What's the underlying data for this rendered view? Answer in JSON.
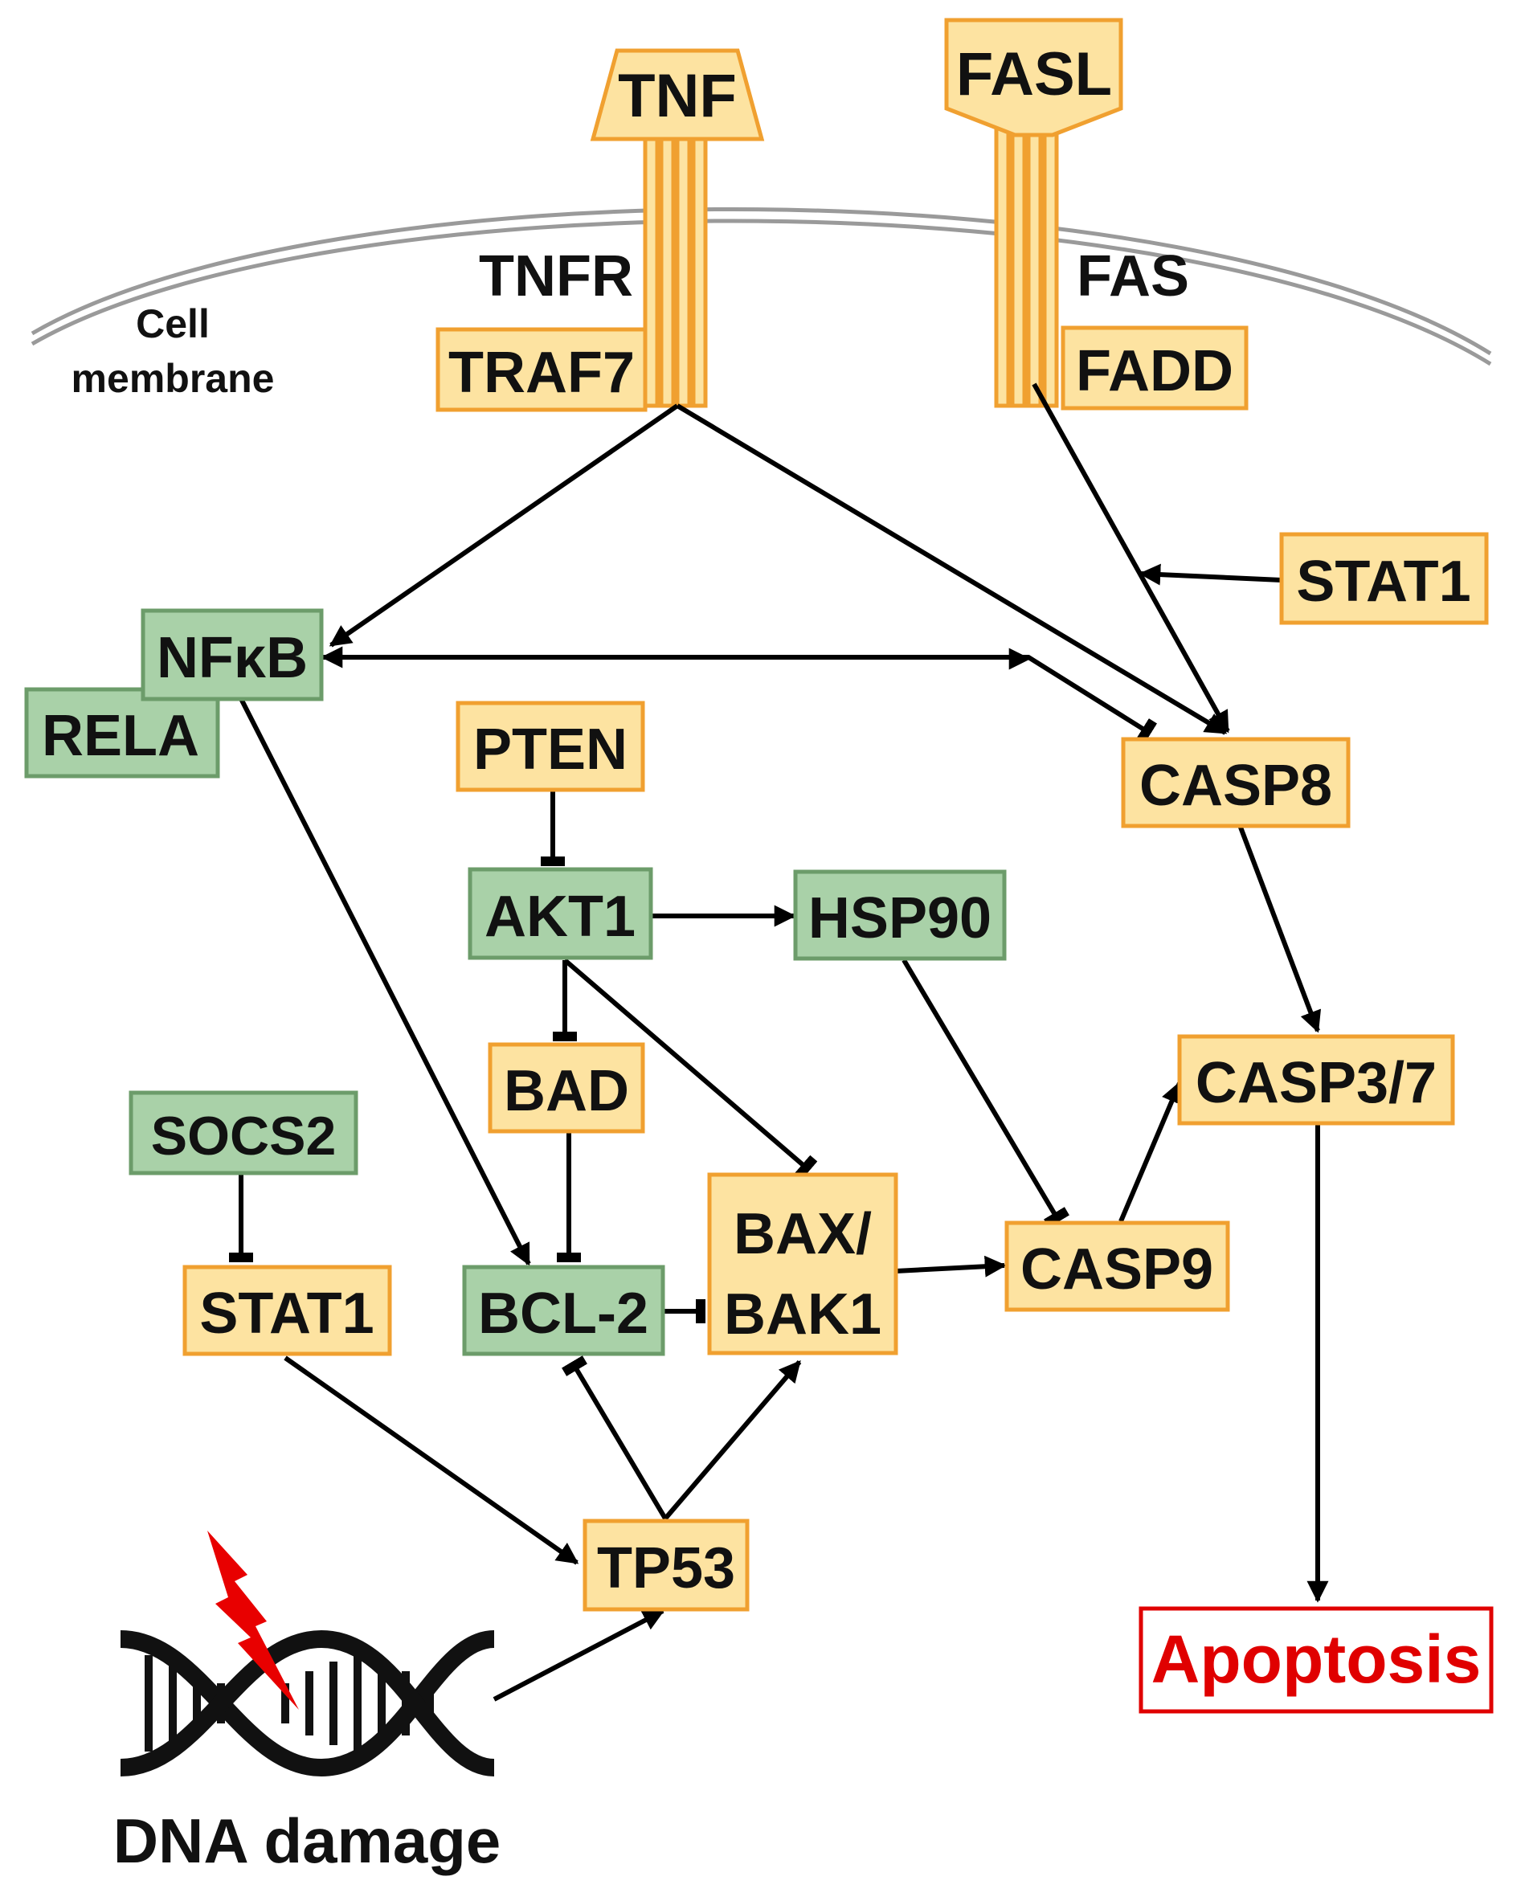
{
  "colors": {
    "orange_fill": "#fde3a1",
    "orange_border": "#f0a030",
    "green_fill": "#a9d1a8",
    "green_border": "#6c9c6a",
    "membrane": "#9a9a9a",
    "apoptosis_red": "#e00000",
    "lightning_red": "#e80000",
    "edge_color": "#000000"
  },
  "membrane": {
    "label_line1": "Cell",
    "label_line2": "membrane"
  },
  "ligands": {
    "tnf": "TNF",
    "fasl": "FASL"
  },
  "receptors": {
    "tnfr": "TNFR",
    "fas": "FAS"
  },
  "nodes": {
    "traf7": "TRAF7",
    "fadd": "FADD",
    "stat1_right": "STAT1",
    "nfkb": "NFκB",
    "rela": "RELA",
    "pten": "PTEN",
    "casp8": "CASP8",
    "akt1": "AKT1",
    "hsp90": "HSP90",
    "bad": "BAD",
    "casp37": "CASP3/7",
    "socs2": "SOCS2",
    "bax_line1": "BAX/",
    "bax_line2": "BAK1",
    "stat1_left": "STAT1",
    "bcl2": "BCL-2",
    "casp9": "CASP9",
    "tp53": "TP53",
    "apoptosis": "Apoptosis"
  },
  "dna": {
    "label": "DNA damage"
  },
  "edges": [
    {
      "from": "TNFR",
      "to": "NFκB",
      "type": "activation"
    },
    {
      "from": "TNFR",
      "to": "CASP8",
      "type": "activation"
    },
    {
      "from": "FAS",
      "to": "CASP8",
      "type": "activation"
    },
    {
      "from": "STAT1",
      "to": "FAS→CASP8",
      "type": "activation"
    },
    {
      "from": "CASP8",
      "to": "NFκB",
      "type": "activation"
    },
    {
      "from": "NFκB",
      "to": "CASP8",
      "type": "inhibition"
    },
    {
      "from": "NFκB",
      "to": "BCL-2",
      "type": "activation"
    },
    {
      "from": "PTEN",
      "to": "AKT1",
      "type": "inhibition"
    },
    {
      "from": "AKT1",
      "to": "HSP90",
      "type": "activation"
    },
    {
      "from": "AKT1",
      "to": "BAD",
      "type": "inhibition"
    },
    {
      "from": "AKT1",
      "to": "BAX/BAK1",
      "type": "inhibition"
    },
    {
      "from": "HSP90",
      "to": "CASP9",
      "type": "inhibition"
    },
    {
      "from": "CASP8",
      "to": "CASP3/7",
      "type": "activation"
    },
    {
      "from": "BAD",
      "to": "BCL-2",
      "type": "inhibition"
    },
    {
      "from": "BCL-2",
      "to": "BAX/BAK1",
      "type": "inhibition"
    },
    {
      "from": "BAX/BAK1",
      "to": "CASP9",
      "type": "activation"
    },
    {
      "from": "CASP9",
      "to": "CASP3/7",
      "type": "activation"
    },
    {
      "from": "CASP3/7",
      "to": "Apoptosis",
      "type": "activation"
    },
    {
      "from": "SOCS2",
      "to": "STAT1",
      "type": "inhibition"
    },
    {
      "from": "STAT1",
      "to": "TP53",
      "type": "activation"
    },
    {
      "from": "TP53",
      "to": "BCL-2",
      "type": "inhibition"
    },
    {
      "from": "TP53",
      "to": "BAX/BAK1",
      "type": "activation"
    },
    {
      "from": "DNA damage",
      "to": "TP53",
      "type": "activation"
    }
  ]
}
